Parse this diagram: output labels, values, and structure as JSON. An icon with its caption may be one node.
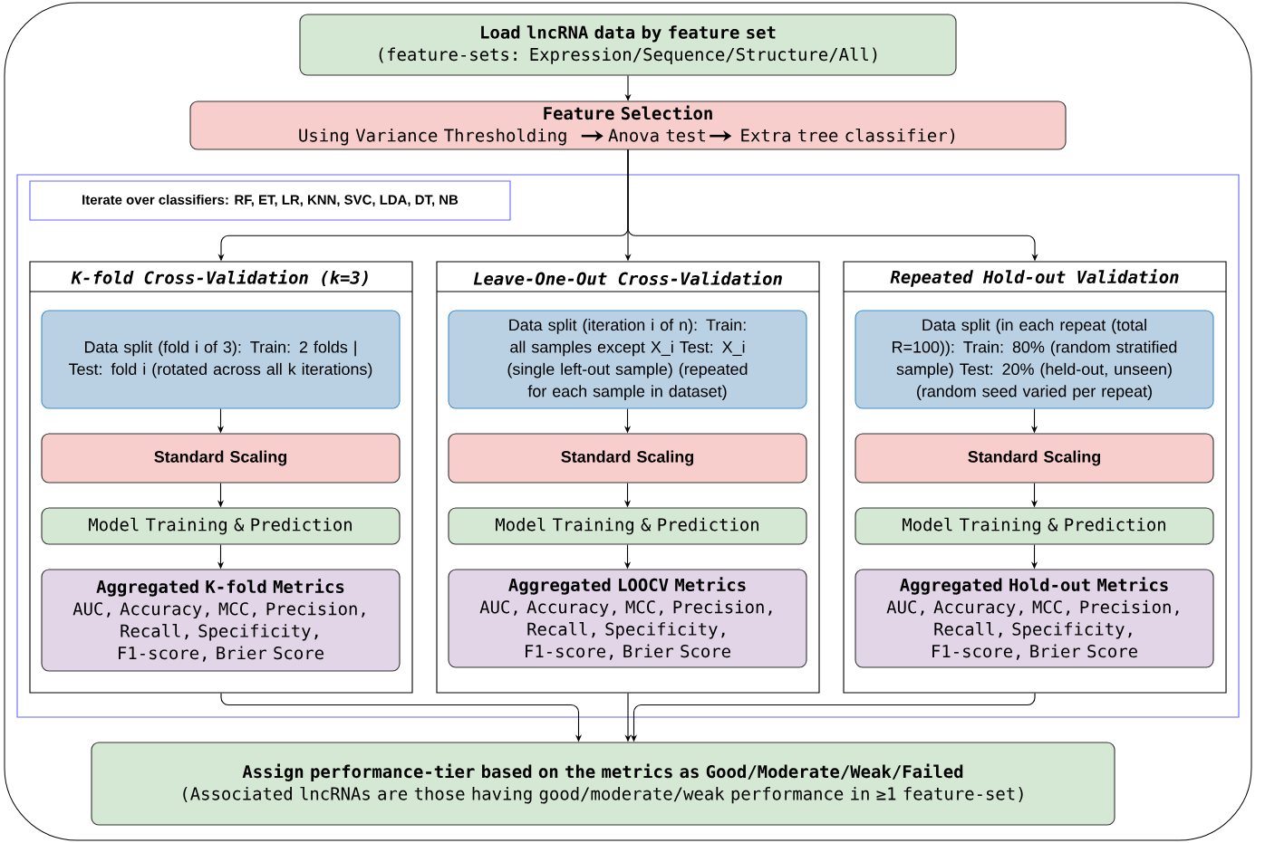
{
  "diagram": {
    "nodes": [
      {
        "text": [
          "Load lncRNA data by feature set",
          "(feature-sets: Expression/Sequence/Structure/All)"
        ]
      },
      {
        "text": [
          "Feature Selection",
          "Using Variance Thresholding",
          "Anova test",
          "Extra tree classifier)"
        ]
      },
      {
        "text": [],
        "shape": "box"
      },
      {
        "text": [
          "Iterate over classifiers: RF, ET, LR, KNN, SVC, LDA, DT, NB"
        ],
        "in": 2
      },
      {
        "text": [
          "K-fold Cross-Validation (k=3)"
        ],
        "in": 2
      },
      {
        "text": [
          "Data split (fold i of 3): Train: 2 folds | Test: fold i (rotated across all k iterations)"
        ],
        "in": 4
      },
      {
        "text": [
          "Standard Scaling"
        ],
        "in": 4
      },
      {
        "text": [
          "Model Training & Prediction"
        ],
        "in": 4
      },
      {
        "text": [
          "Aggregated K-fold Metrics",
          "AUC, Accuracy, MCC, Precision, Recall, Specificity, F1-score, Brier Score"
        ],
        "in": 4
      },
      {
        "text": [
          "Leave-One-Out Cross-Validation"
        ],
        "in": 2
      },
      {
        "text": [
          "Data split (iteration i of n): Train: all samples except X_i Test: X_i (single left-out sample) (repeated for each sample in dataset)"
        ],
        "in": 9
      },
      {
        "text": [
          "Standard Scaling"
        ],
        "in": 9
      },
      {
        "text": [
          "Model Training & Prediction"
        ],
        "in": 9
      },
      {
        "text": [
          "Aggregated LOOCV Metrics",
          "AUC, Accuracy, MCC, Precision, Recall, Specificity, F1-score, Brier Score"
        ],
        "in": 9
      },
      {
        "text": [
          "Repeated Hold-out Validation"
        ],
        "in": 2
      },
      {
        "text": [
          "Data split (in each repeat (total R=100)): Train: 80% (random stratified sample) Test: 20% (held-out, unseen) (random seed varied per repeat)"
        ],
        "in": 14
      },
      {
        "text": [
          "Standard Scaling"
        ],
        "in": 14
      },
      {
        "text": [
          "Model Training & Prediction"
        ],
        "in": 14
      },
      {
        "text": [
          "Aggregated Hold-out Metrics",
          "AUC, Accuracy, MCC, Precision, Recall, Specificity, F1-score, Brier Score"
        ],
        "in": 14
      },
      {
        "text": [
          "Assign performance-tier based on the metrics as Good/Moderate/Weak/Failed",
          "(Associated lncRNAs are those having good/moderate/weak performance in ≥1 feature-set)"
        ]
      }
    ],
    "edges": [
      {
        "from": 0,
        "to": 1,
        "arrow": "to"
      },
      {
        "from": 1,
        "to": 4,
        "arrow": "to"
      },
      {
        "from": 1,
        "to": 9,
        "arrow": "to"
      },
      {
        "from": 1,
        "to": 14,
        "arrow": "to"
      },
      {
        "from": 5,
        "to": 6,
        "arrow": "to"
      },
      {
        "from": 6,
        "to": 7,
        "arrow": "to"
      },
      {
        "from": 7,
        "to": 8,
        "arrow": "to"
      },
      {
        "from": 10,
        "to": 11,
        "arrow": "to"
      },
      {
        "from": 11,
        "to": 12,
        "arrow": "to"
      },
      {
        "from": 12,
        "to": 13,
        "arrow": "to"
      },
      {
        "from": 15,
        "to": 16,
        "arrow": "to"
      },
      {
        "from": 16,
        "to": 17,
        "arrow": "to"
      },
      {
        "from": 17,
        "to": 18,
        "arrow": "to"
      },
      {
        "from": 4,
        "to": 19,
        "arrow": "to"
      },
      {
        "from": 9,
        "to": 19,
        "arrow": "to"
      },
      {
        "from": 14,
        "to": 19,
        "arrow": "to"
      }
    ]
  }
}
